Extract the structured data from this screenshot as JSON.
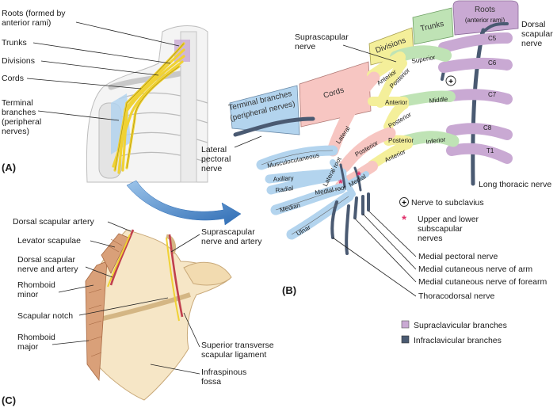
{
  "panels": {
    "a": "(A)",
    "b": "(B)",
    "c": "(C)"
  },
  "panel_a": {
    "roots_1": "Roots (formed by",
    "roots_2": "anterior rami)",
    "trunks": "Trunks",
    "divisions": "Divisions",
    "cords": "Cords",
    "terminal_1": "Terminal",
    "terminal_2": "branches",
    "terminal_3": "(peripheral",
    "terminal_4": "nerves)"
  },
  "panel_b": {
    "tabs": {
      "roots_1": "Roots",
      "roots_2": "(anterior rami)",
      "trunks": "Trunks",
      "divisions": "Divisions",
      "cords": "Cords",
      "terminal_1": "Terminal branches",
      "terminal_2": "(peripheral nerves)"
    },
    "labels": {
      "suprascapular_1": "Suprascapular",
      "suprascapular_2": "nerve",
      "dorsal_1": "Dorsal",
      "dorsal_2": "scapular",
      "dorsal_3": "nerve",
      "lateral_pectoral_1": "Lateral",
      "lateral_pectoral_2": "pectoral",
      "lateral_pectoral_3": "nerve",
      "long_thoracic": "Long thoracic nerve",
      "nerve_subclavius": "Nerve to subclavius",
      "upper_lower_1": "Upper and lower",
      "upper_lower_2": "subscapular",
      "upper_lower_3": "nerves",
      "medial_pectoral": "Medial pectoral nerve",
      "medial_cut_arm": "Medial cutaneous nerve of arm",
      "medial_cut_forearm": "Medial cutaneous nerve of forearm",
      "thoracodorsal": "Thoracodorsal nerve"
    },
    "roots": [
      "C5",
      "C6",
      "C7",
      "C8",
      "T1"
    ],
    "trunk_names": {
      "superior": "Superior",
      "middle": "Middle",
      "inferior": "Inferior"
    },
    "division_words": [
      "Anterior",
      "Posterior",
      "Anterior",
      "Posterior",
      "Posterior",
      "Anterior"
    ],
    "cord_words": {
      "lateral": "Lateral",
      "posterior": "Posterior",
      "medial": "Medial"
    },
    "branch_words": {
      "musculocutaneous": "Musculocutaneous",
      "axillary": "Axillary",
      "radial": "Radial",
      "median": "Median",
      "ulnar": "Ulnar",
      "lateral_root": "Lateral root",
      "medial_root": "Medial root"
    },
    "legend": [
      {
        "label": "Supraclavicular branches",
        "color": "#c9a9d3"
      },
      {
        "label": "Infraclavicular branches",
        "color": "#4a5a72"
      }
    ],
    "symbols": {
      "plus": "+",
      "star": "*"
    }
  },
  "panel_c": {
    "dorsal_scapular_artery": "Dorsal scapular artery",
    "levator_scapulae": "Levator scapulae",
    "dorsal_nerve_1": "Dorsal scapular",
    "dorsal_nerve_2": "nerve and artery",
    "rhomboid_minor_1": "Rhomboid",
    "rhomboid_minor_2": "minor",
    "scapular_notch": "Scapular notch",
    "rhomboid_major_1": "Rhomboid",
    "rhomboid_major_2": "major",
    "suprascapular_1": "Suprascapular",
    "suprascapular_2": "nerve and artery",
    "superior_ligament_1": "Superior transverse",
    "superior_ligament_2": "scapular ligament",
    "infraspinous_1": "Infraspinous",
    "infraspinous_2": "fossa"
  },
  "colors": {
    "roots": "#c9a9d3",
    "trunks": "#bfe3b5",
    "divisions": "#f4ef9a",
    "cords": "#f7c6c2",
    "terminal": "#b3d4ee",
    "nerve_yellow": "#f0d234",
    "scapula": "#f6e6c6",
    "muscle": "#d9a079",
    "artery": "#c0404e",
    "dark_nerve": "#4a5a72",
    "arrow": "#2f6db5",
    "star": "#e0306a"
  }
}
